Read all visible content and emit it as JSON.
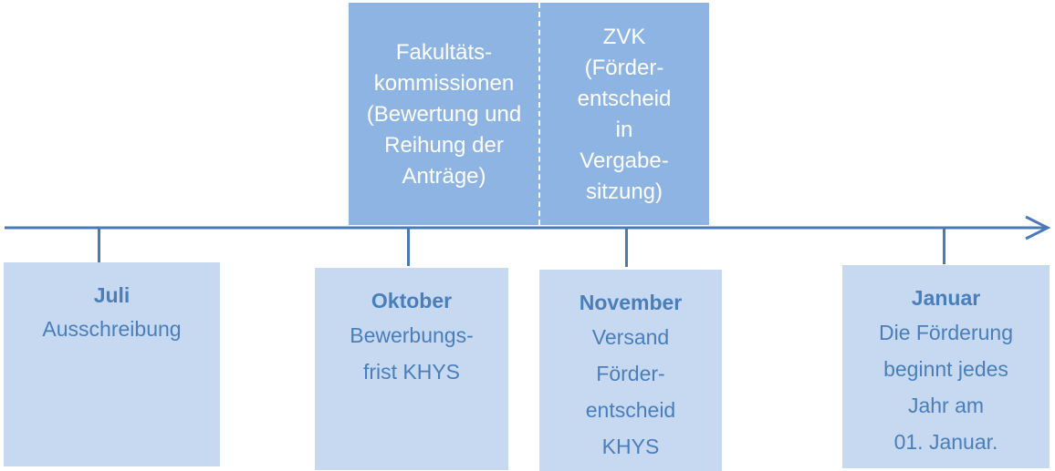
{
  "top_panels": {
    "faculty": {
      "lines": [
        "Fakultäts-",
        "kommissionen",
        "(Bewertung und",
        "Reihung der",
        "Anträge)"
      ]
    },
    "zvk": {
      "lines": [
        "ZVK",
        "(Förder-",
        "entscheid",
        "in",
        "Vergabe-",
        "sitzung)"
      ]
    }
  },
  "milestones": [
    {
      "month": "Juli",
      "lines": [
        "Ausschreibung"
      ]
    },
    {
      "month": "Oktober",
      "lines": [
        "Bewerbungs-",
        "frist KHYS"
      ]
    },
    {
      "month": "November",
      "lines": [
        "Versand",
        "Förder-",
        "entscheid",
        "KHYS"
      ]
    },
    {
      "month": "Januar",
      "lines": [
        "Die Förderung",
        "beginnt jedes",
        "Jahr am",
        "01. Januar."
      ]
    }
  ],
  "colors": {
    "panel_dark": "#8eb4e3",
    "panel_light": "#c6d9f1",
    "axis": "#4a7ab6",
    "text_dark": "#ffffff",
    "text_light": "#4a7ebb"
  }
}
